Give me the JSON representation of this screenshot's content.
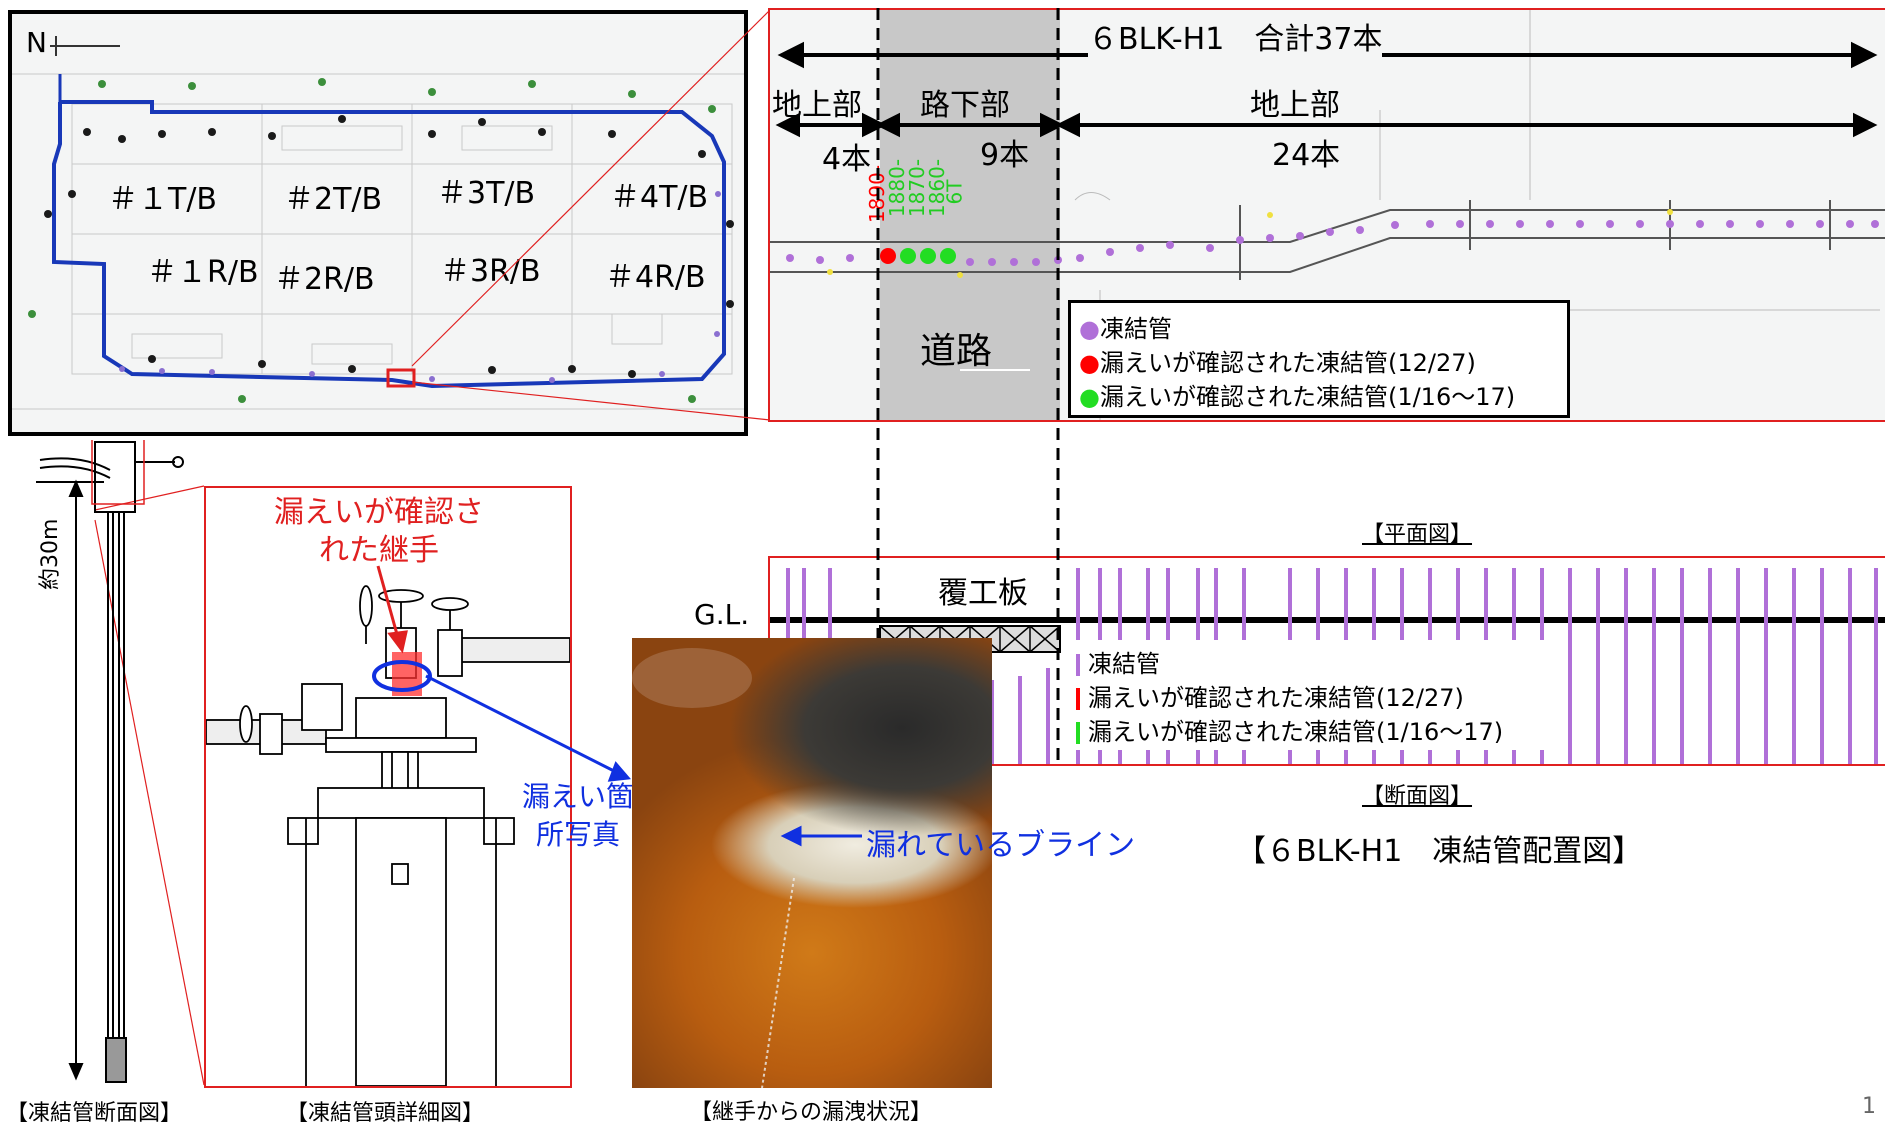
{
  "site_map": {
    "north_label": "N",
    "buildings": [
      "＃１T/B",
      "＃2T/B",
      "＃3T/B",
      "＃4T/B",
      "＃１R/B",
      "＃2R/B",
      "＃3R/B",
      "＃4R/B"
    ]
  },
  "plan": {
    "total_label": "６BLK-H1　合計37本",
    "left_ground_label": "地上部",
    "left_count": "4本",
    "under_road_label": "路下部",
    "under_road_count": "9本",
    "right_ground_label": "地上部",
    "right_count": "24本",
    "road_label": "道路",
    "pipe_ids_red": "1890-",
    "pipe_ids_green": [
      "1880-",
      "1870-",
      "1860-",
      "6T"
    ],
    "legend": [
      "凍結管",
      "漏えいが確認された凍結管(12/27)",
      "漏えいが確認された凍結管(1/16～17)"
    ],
    "caption": "【平面図】"
  },
  "section": {
    "ground_level_label": "G.L.",
    "cover_plate_label": "覆工板",
    "legend": [
      "凍結管",
      "漏えいが確認された凍結管(12/27)",
      "漏えいが確認された凍結管(1/16～17)"
    ],
    "caption": "【断面図】"
  },
  "figure_title": "【６BLK-H1　凍結管配置図】",
  "pipe_section": {
    "depth_label": "約30m",
    "caption": "【凍結管断面図】"
  },
  "head_detail": {
    "callout": "漏えいが確認された継手",
    "caption": "【凍結管頭詳細図】",
    "photo_link_label": "漏えい箇所写真"
  },
  "photo": {
    "annotation": "漏れているブライン",
    "caption": "【継手からの漏洩状況】"
  },
  "page_number": "1",
  "colors": {
    "pipe": "#b070d8",
    "leak_dec": "#ff0000",
    "leak_jan": "#22dd22",
    "frame_red": "#e02020",
    "blue_annotation": "#1030e0"
  }
}
